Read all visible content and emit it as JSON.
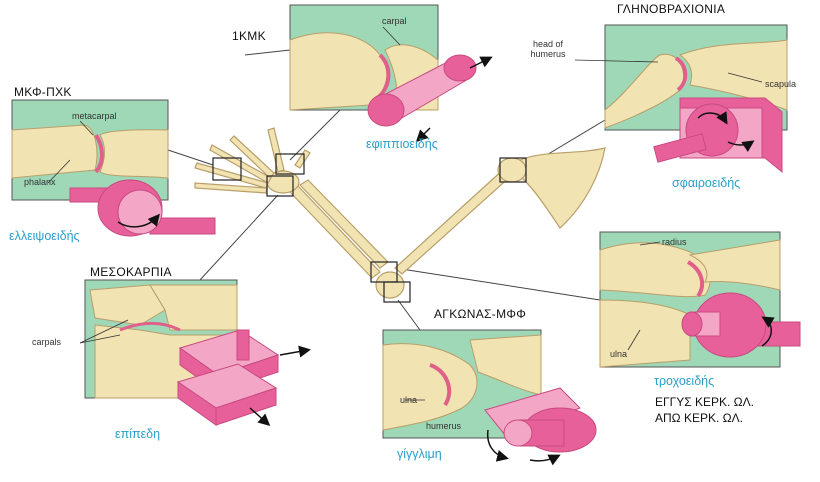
{
  "colors": {
    "panel_bg": "#9fd8b6",
    "bone": "#f2e3b3",
    "bone_stroke": "#b89f6a",
    "cartilage": "#e0608a",
    "model_pink": "#e7609a",
    "model_light": "#f3a6c6",
    "label_blue": "#2a9fc9",
    "arrow": "#111111"
  },
  "headings": {
    "cmc": "1ΚΜΚ",
    "mcp": "ΜΚΦ-ΠΧΚ",
    "glenohumeral": "ΓΛΗΝΟΒΡΑΧΙΟΝΙΑ",
    "intercarpal": "ΜΕΣΟΚΑΡΠΙΑ",
    "elbow": "ΑΓΚΩΝΑΣ-ΜΦΦ"
  },
  "joint_types": {
    "saddle": "εφιππιοειδής",
    "ellipsoid": "ελλειψοειδής",
    "ball": "σφαιροειδής",
    "plane": "επίπεδη",
    "hinge": "γίγγλιμη",
    "pivot": "τροχοειδής"
  },
  "notes": {
    "proximal_ru": "ΕΓΓΥΣ ΚΕΡΚ. ΩΛ.",
    "distal_ru": "ΑΠΩ ΚΕΡΚ. ΩΛ."
  },
  "bone_labels": {
    "carpal": "carpal",
    "metacarpal": "metacarpal",
    "phalanx": "phalanx",
    "head_of_humerus": "head of humerus",
    "scapula": "scapula",
    "carpals": "carpals",
    "ulna_elbow": "ulna",
    "humerus": "humerus",
    "radius": "radius",
    "ulna_pivot": "ulna"
  }
}
